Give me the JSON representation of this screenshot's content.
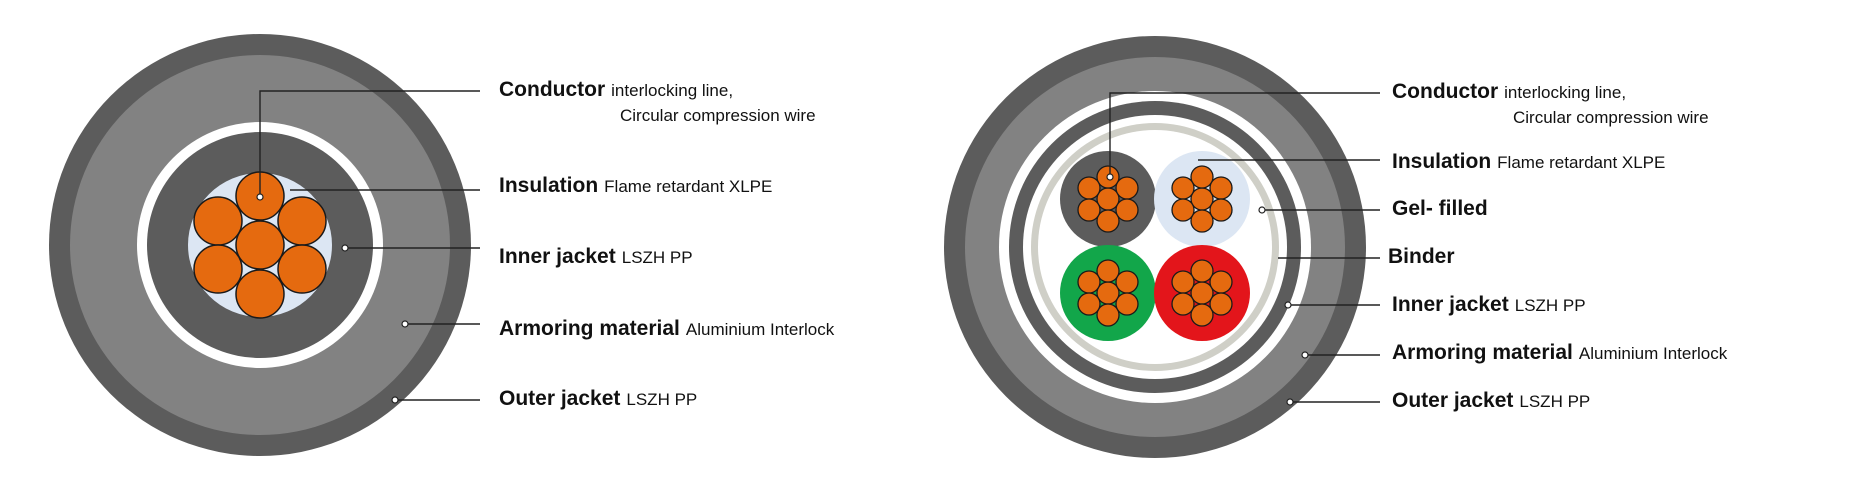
{
  "left_diagram": {
    "labels": [
      {
        "title": "Conductor",
        "desc": "interlocking line,",
        "desc2": "Circular compression wire"
      },
      {
        "title": "Insulation",
        "desc": "Flame retardant XLPE"
      },
      {
        "title": "Inner jacket",
        "desc": "LSZH PP"
      },
      {
        "title": "Armoring material",
        "desc": "Aluminium Interlock"
      },
      {
        "title": "Outer jacket",
        "desc": "LSZH PP"
      }
    ]
  },
  "right_diagram": {
    "labels": [
      {
        "title": "Conductor",
        "desc": "interlocking line,",
        "desc2": "Circular compression wire"
      },
      {
        "title": "Insulation",
        "desc": "Flame retardant XLPE"
      },
      {
        "title": "Gel- filled",
        "desc": ""
      },
      {
        "title": "Binder",
        "desc": ""
      },
      {
        "title": "Inner jacket",
        "desc": "LSZH PP"
      },
      {
        "title": "Armoring material",
        "desc": "Aluminium Interlock"
      },
      {
        "title": "Outer jacket",
        "desc": "LSZH PP"
      }
    ]
  },
  "colors": {
    "outer_jacket": "#5c5c5c",
    "armor": "#828282",
    "gap": "#ffffff",
    "inner_jacket": "#5c5c5c",
    "insulation": "#dce6f3",
    "conductor": "#e56a0f",
    "gel": "#ffffff",
    "binder": "#cfcfc7",
    "core_green": "#12a64a",
    "core_red": "#e3151b",
    "core_grey": "#5c5c5c",
    "core_light": "#dce6f3",
    "leader": "#222222"
  }
}
